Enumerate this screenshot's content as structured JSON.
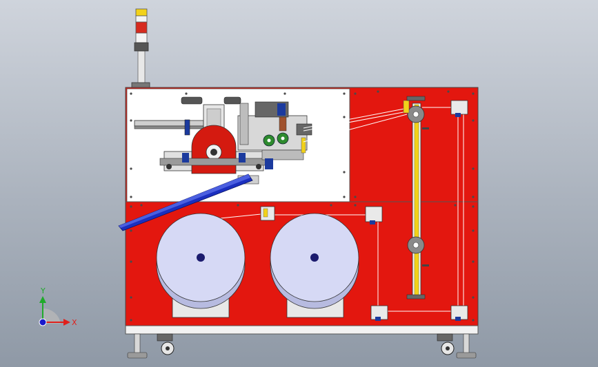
{
  "view": {
    "background_top": "#cfd4dc",
    "background_bottom": "#8f99a6"
  },
  "triad": {
    "x_label": "X",
    "y_label": "Y",
    "x_color": "#e0201c",
    "y_color": "#1faa2a",
    "z_color": "#1a1acc"
  },
  "machine": {
    "frame_color": "#e3170f",
    "panel_color": "#ffffff",
    "reel_color": "#d6d9f5",
    "stack_light": [
      "yellow",
      "white",
      "red",
      "white"
    ],
    "parts": [
      "signal-tower",
      "upper-panel",
      "lower-panel",
      "right-panel",
      "left-reel",
      "right-reel",
      "dancer-arm",
      "chute",
      "caster-wheels",
      "leveling-feet"
    ]
  }
}
